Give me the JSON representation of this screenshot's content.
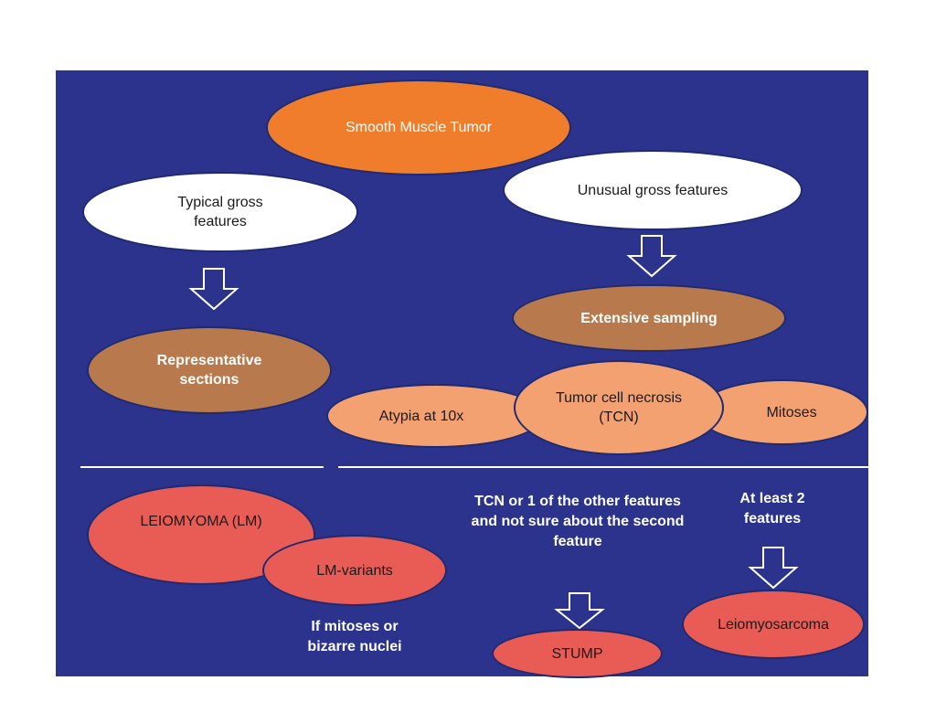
{
  "nodes": {
    "root": "Smooth Muscle Tumor",
    "typical": "Typical gross features",
    "unusual": "Unusual gross features",
    "representative": "Representative sections",
    "extensive": "Extensive sampling",
    "atypia": "Atypia at 10x",
    "tcn": "Tumor cell necrosis (TCN)",
    "mitoses": "Mitoses",
    "leiomyoma": "LEIOMYOMA (LM)",
    "lm_variants": "LM-variants",
    "stump": "STUMP",
    "leiomyosarcoma": "Leiomyosarcoma"
  },
  "annotations": {
    "variants_condition": "If mitoses or bizarre nuclei",
    "stump_condition": "TCN or 1 of the other features and not sure about the second feature",
    "lms_condition": "At least 2 features"
  },
  "colors": {
    "panel": "#2b338c",
    "root": "#ef7d2b",
    "brown": "#b87a4d",
    "salmon": "#f4a172",
    "red": "#e95b55",
    "white": "#ffffff"
  }
}
